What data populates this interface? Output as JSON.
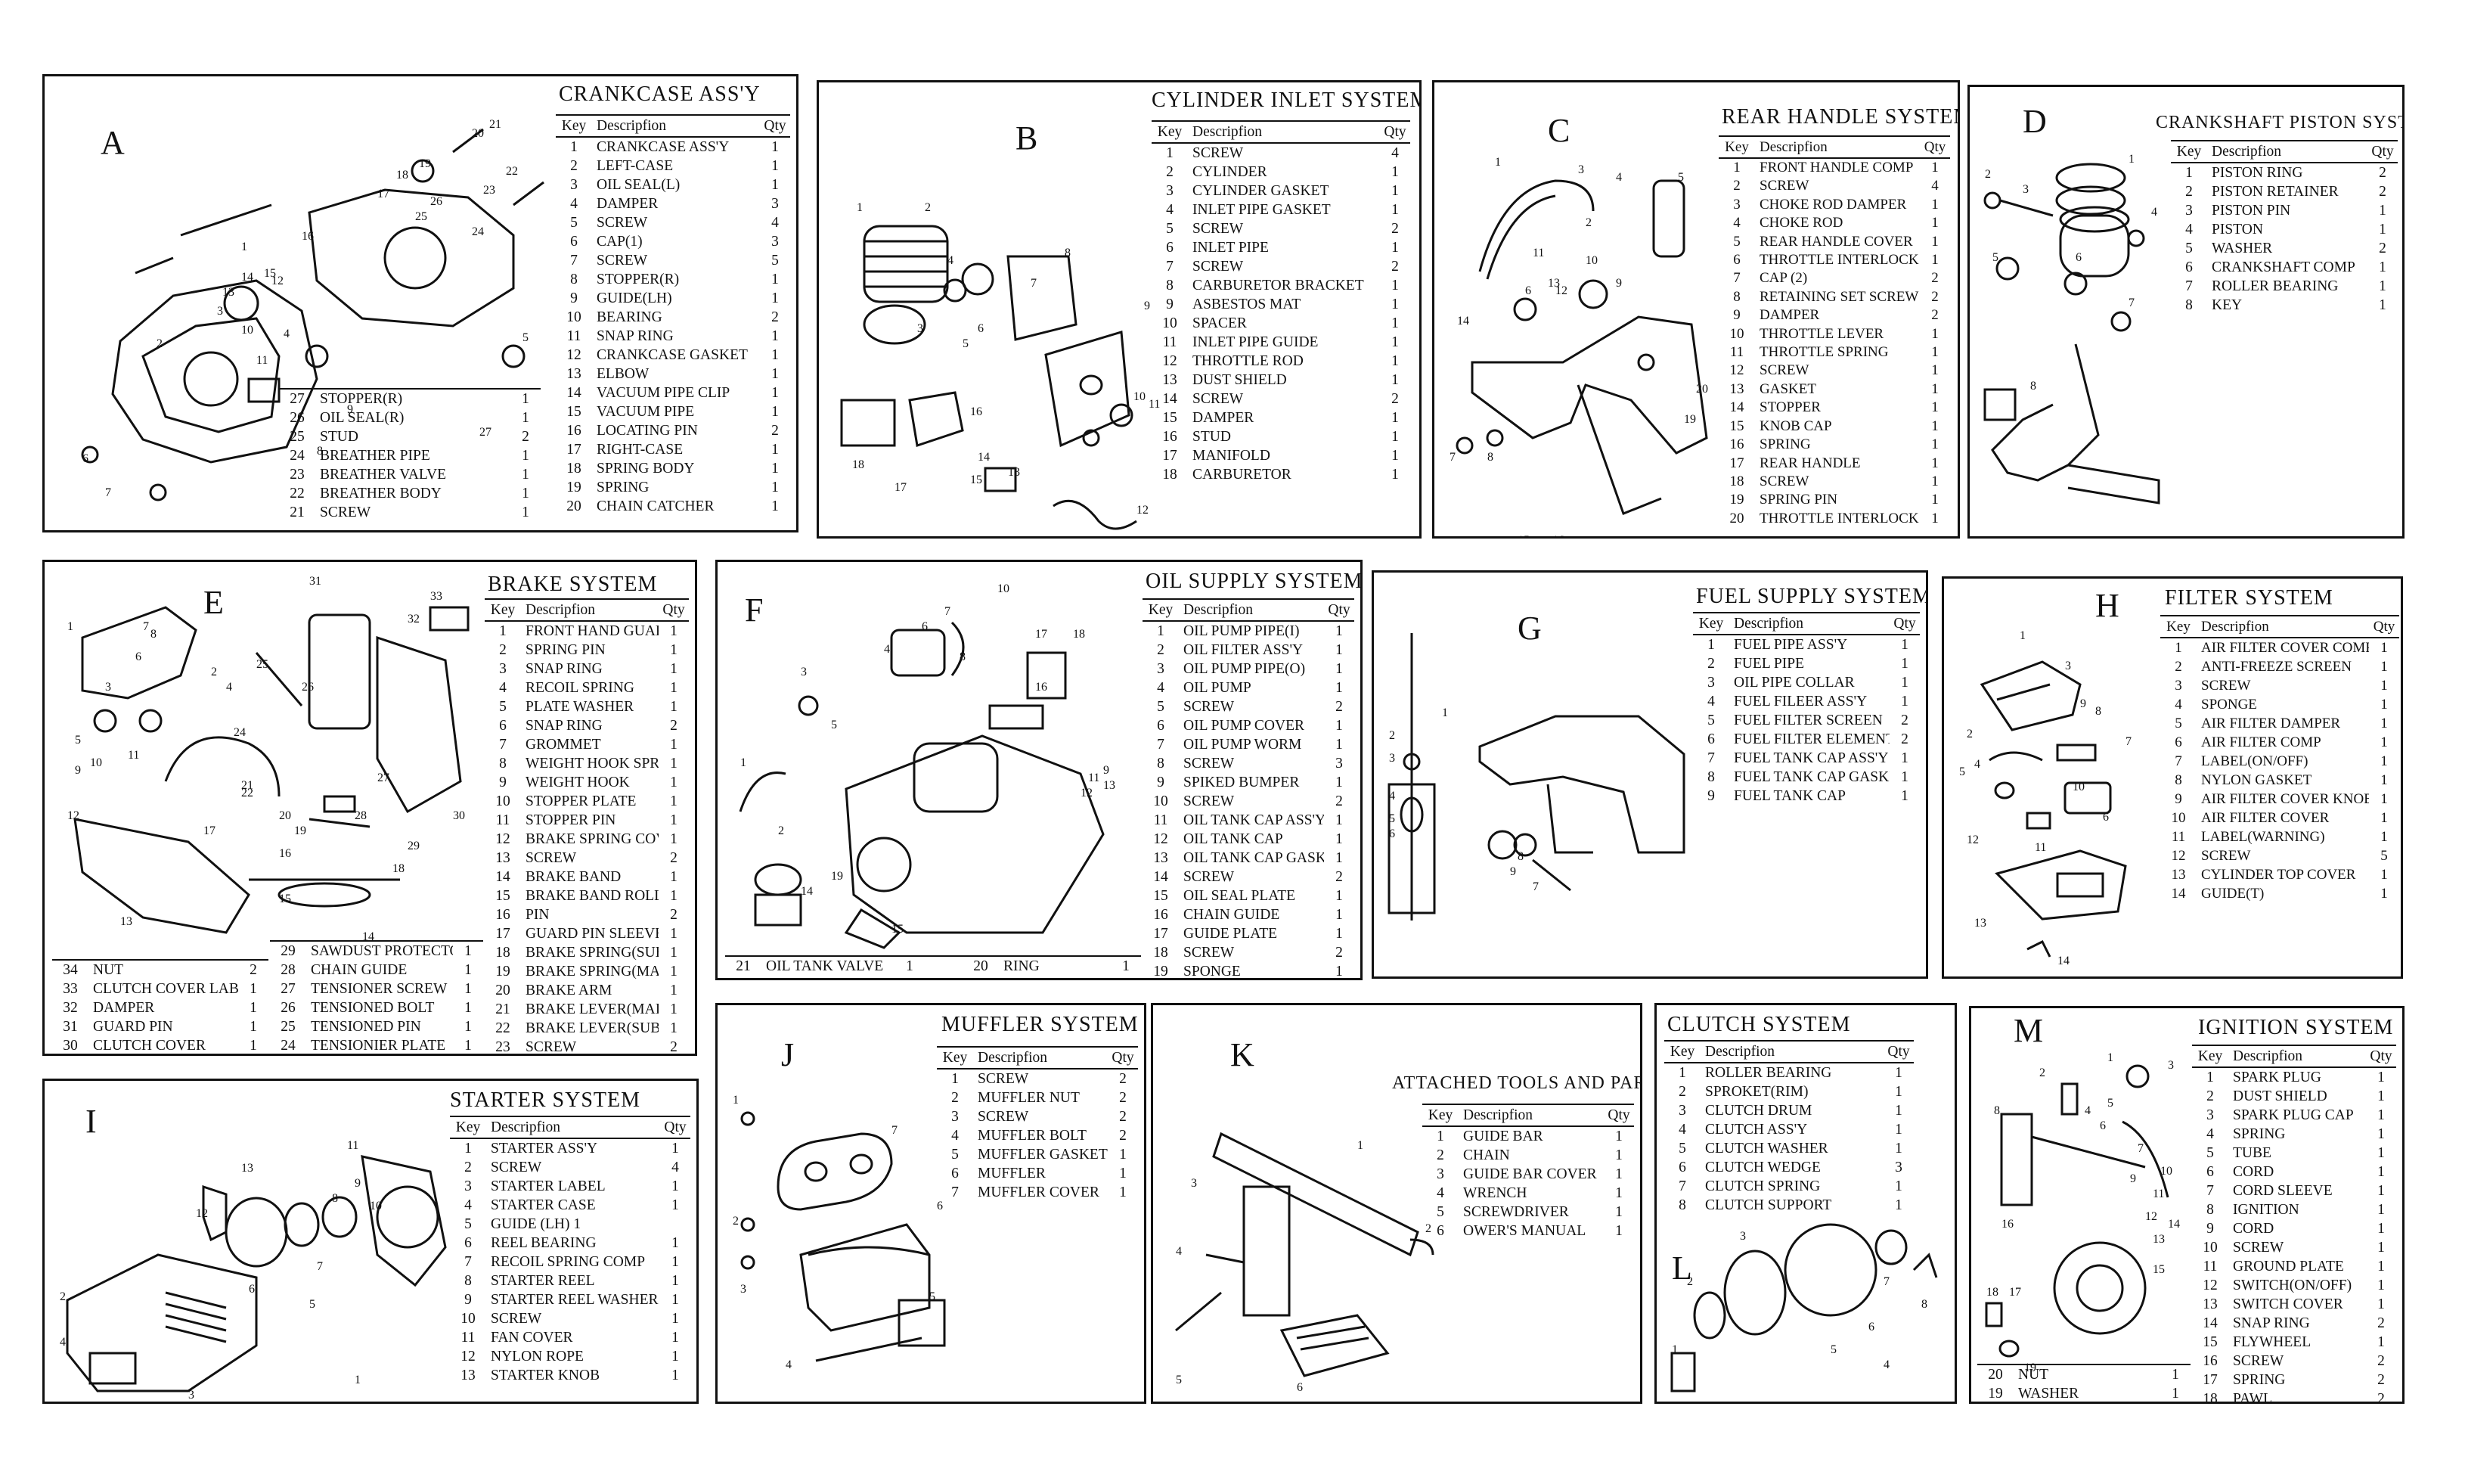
{
  "sections": {
    "A": {
      "letter": "A",
      "title": "CRANKCASE  ASS'Y",
      "headers": {
        "key": "Key",
        "desc": "Descripfion",
        "qty": "Qty"
      },
      "rows": [
        [
          "1",
          "CRANKCASE ASS'Y",
          "1"
        ],
        [
          "2",
          "LEFT-CASE",
          "1"
        ],
        [
          "3",
          "OIL SEAL(L)",
          "1"
        ],
        [
          "4",
          "DAMPER",
          "3"
        ],
        [
          "5",
          "SCREW",
          "4"
        ],
        [
          "6",
          "CAP(1)",
          "3"
        ],
        [
          "7",
          "SCREW",
          "5"
        ],
        [
          "8",
          "STOPPER(R)",
          "1"
        ],
        [
          "9",
          "GUIDE(LH)",
          "1"
        ],
        [
          "10",
          "BEARING",
          "2"
        ],
        [
          "11",
          "SNAP RING",
          "1"
        ],
        [
          "12",
          "CRANKCASE GASKET",
          "1"
        ],
        [
          "13",
          "ELBOW",
          "1"
        ],
        [
          "14",
          "VACUUM PIPE CLIP",
          "1"
        ],
        [
          "15",
          "VACUUM PIPE",
          "1"
        ],
        [
          "16",
          "LOCATING PIN",
          "2"
        ],
        [
          "17",
          "RIGHT-CASE",
          "1"
        ],
        [
          "18",
          "SPRING BODY",
          "1"
        ],
        [
          "19",
          "SPRING",
          "1"
        ],
        [
          "20",
          "CHAIN CATCHER",
          "1"
        ]
      ],
      "extra_rows": [
        [
          "27",
          "STOPPER(R)",
          "1"
        ],
        [
          "26",
          "OIL SEAL(R)",
          "1"
        ],
        [
          "25",
          "STUD",
          "2"
        ],
        [
          "24",
          "BREATHER PIPE",
          "1"
        ],
        [
          "23",
          "BREATHER VALVE",
          "1"
        ],
        [
          "22",
          "BREATHER BODY",
          "1"
        ],
        [
          "21",
          "SCREW",
          "1"
        ]
      ]
    },
    "B": {
      "letter": "B",
      "title": "CYLINDER INLET SYSTEM",
      "headers": {
        "key": "Key",
        "desc": "Descripfion",
        "qty": "Qty"
      },
      "rows": [
        [
          "1",
          "SCREW",
          "4"
        ],
        [
          "2",
          "CYLINDER",
          "1"
        ],
        [
          "3",
          "CYLINDER GASKET",
          "1"
        ],
        [
          "4",
          "INLET PIPE GASKET",
          "1"
        ],
        [
          "5",
          "SCREW",
          "2"
        ],
        [
          "6",
          "INLET PIPE",
          "1"
        ],
        [
          "7",
          "SCREW",
          "2"
        ],
        [
          "8",
          "CARBURETOR BRACKET",
          "1"
        ],
        [
          "9",
          "ASBESTOS MAT",
          "1"
        ],
        [
          "10",
          "SPACER",
          "1"
        ],
        [
          "11",
          "INLET PIPE GUIDE",
          "1"
        ],
        [
          "12",
          "THROTTLE  ROD",
          "1"
        ],
        [
          "13",
          "DUST SHIELD",
          "1"
        ],
        [
          "14",
          "SCREW",
          "2"
        ],
        [
          "15",
          "DAMPER",
          "1"
        ],
        [
          "16",
          "STUD",
          "1"
        ],
        [
          "17",
          "MANIFOLD",
          "1"
        ],
        [
          "18",
          "CARBURETOR",
          "1"
        ]
      ]
    },
    "C": {
      "letter": "C",
      "title": "REAR HANDLE SYSTEM",
      "headers": {
        "key": "Key",
        "desc": "Descripfion",
        "qty": "Qty"
      },
      "rows": [
        [
          "1",
          "FRONT HANDLE COMP",
          "1"
        ],
        [
          "2",
          "SCREW",
          "4"
        ],
        [
          "3",
          "CHOKE ROD DAMPER",
          "1"
        ],
        [
          "4",
          "CHOKE ROD",
          "1"
        ],
        [
          "5",
          "REAR HANDLE COVER",
          "1"
        ],
        [
          "6",
          "THROTTLE INTERLOCK ARM",
          "1"
        ],
        [
          "7",
          "CAP (2)",
          "2"
        ],
        [
          "8",
          "RETAINING SET SCREW",
          "2"
        ],
        [
          "9",
          "DAMPER",
          "2"
        ],
        [
          "10",
          "THROTTLE LEVER",
          "1"
        ],
        [
          "11",
          "THROTTLE SPRING",
          "1"
        ],
        [
          "12",
          "SCREW",
          "1"
        ],
        [
          "13",
          "GASKET",
          "1"
        ],
        [
          "14",
          "STOPPER",
          "1"
        ],
        [
          "15",
          "KNOB CAP",
          "1"
        ],
        [
          "16",
          "SPRING",
          "1"
        ],
        [
          "17",
          "REAR HANDLE",
          "1"
        ],
        [
          "18",
          "SCREW",
          "1"
        ],
        [
          "19",
          "SPRING PIN",
          "1"
        ],
        [
          "20",
          "THROTTLE INTERLOCK SHAFT",
          "1"
        ]
      ]
    },
    "D": {
      "letter": "D",
      "title": "CRANKSHAFT PISTON SYSTEM",
      "headers": {
        "key": "Key",
        "desc": "Descripfion",
        "qty": "Qty"
      },
      "rows": [
        [
          "1",
          "PISTON RING",
          "2"
        ],
        [
          "2",
          "PISTON RETAINER",
          "2"
        ],
        [
          "3",
          "PISTON PIN",
          "1"
        ],
        [
          "4",
          "PISTON",
          "1"
        ],
        [
          "5",
          "WASHER",
          "2"
        ],
        [
          "6",
          "CRANKSHAFT COMP",
          "1"
        ],
        [
          "7",
          "ROLLER BEARING",
          "1"
        ],
        [
          "8",
          "KEY",
          "1"
        ]
      ]
    },
    "E": {
      "letter": "E",
      "title": "BRAKE SYSTEM",
      "headers": {
        "key": "Key",
        "desc": "Descripfion",
        "qty": "Qty"
      },
      "rows": [
        [
          "1",
          "FRONT HAND GUARD",
          "1"
        ],
        [
          "2",
          "SPRING PIN",
          "1"
        ],
        [
          "3",
          "SNAP RING",
          "1"
        ],
        [
          "4",
          "RECOIL SPRING",
          "1"
        ],
        [
          "5",
          "PLATE WASHER",
          "1"
        ],
        [
          "6",
          "SNAP RING",
          "2"
        ],
        [
          "7",
          "GROMMET",
          "1"
        ],
        [
          "8",
          "WEIGHT HOOK SPRING",
          "1"
        ],
        [
          "9",
          "WEIGHT HOOK",
          "1"
        ],
        [
          "10",
          "STOPPER PLATE",
          "1"
        ],
        [
          "11",
          "STOPPER PIN",
          "1"
        ],
        [
          "12",
          "BRAKE SPRING COVER",
          "1"
        ],
        [
          "13",
          "SCREW",
          "2"
        ],
        [
          "14",
          "BRAKE BAND",
          "1"
        ],
        [
          "15",
          "BRAKE BAND ROLLER",
          "1"
        ],
        [
          "16",
          "PIN",
          "2"
        ],
        [
          "17",
          "GUARD PIN SLEEVE",
          "1"
        ],
        [
          "18",
          "BRAKE SPRING(SUB)",
          "1"
        ],
        [
          "19",
          "BRAKE SPRING(MAIN)",
          "1"
        ],
        [
          "20",
          "BRAKE ARM",
          "1"
        ],
        [
          "21",
          "BRAKE LEVER(MAIN)",
          "1"
        ],
        [
          "22",
          "BRAKE LEVER(SUB)",
          "1"
        ],
        [
          "23",
          "SCREW",
          "2"
        ]
      ],
      "extra_mid": [
        [
          "29",
          "SAWDUST PROTECTOR",
          "1"
        ],
        [
          "28",
          "CHAIN GUIDE",
          "1"
        ],
        [
          "27",
          "TENSIONER SCREW",
          "1"
        ],
        [
          "26",
          "TENSIONED BOLT",
          "1"
        ],
        [
          "25",
          "TENSIONED PIN",
          "1"
        ],
        [
          "24",
          "TENSIONIER PLATE",
          "1"
        ]
      ],
      "extra_left": [
        [
          "34",
          "NUT",
          "2"
        ],
        [
          "33",
          "CLUTCH COVER LABEL",
          "1"
        ],
        [
          "32",
          "DAMPER",
          "1"
        ],
        [
          "31",
          "GUARD PIN",
          "1"
        ],
        [
          "30",
          "CLUTCH COVER",
          "1"
        ]
      ]
    },
    "F": {
      "letter": "F",
      "title": "OIL SUPPLY SYSTEM",
      "headers": {
        "key": "Key",
        "desc": "Descripfion",
        "qty": "Qty"
      },
      "rows": [
        [
          "1",
          "OIL PUMP PIPE(I)",
          "1"
        ],
        [
          "2",
          "OIL FILTER ASS'Y",
          "1"
        ],
        [
          "3",
          "OIL PUMP PIPE(O)",
          "1"
        ],
        [
          "4",
          "OIL PUMP",
          "1"
        ],
        [
          "5",
          "SCREW",
          "2"
        ],
        [
          "6",
          "OIL PUMP COVER",
          "1"
        ],
        [
          "7",
          "OIL PUMP WORM",
          "1"
        ],
        [
          "8",
          "SCREW",
          "3"
        ],
        [
          "9",
          "SPIKED BUMPER",
          "1"
        ],
        [
          "10",
          "SCREW",
          "2"
        ],
        [
          "11",
          "OIL TANK CAP ASS'Y",
          "1"
        ],
        [
          "12",
          "OIL TANK CAP",
          "1"
        ],
        [
          "13",
          "OIL TANK CAP GASKET",
          "1"
        ],
        [
          "14",
          "SCREW",
          "2"
        ],
        [
          "15",
          "OIL SEAL PLATE",
          "1"
        ],
        [
          "16",
          "CHAIN GUIDE",
          "1"
        ],
        [
          "17",
          "GUIDE PLATE",
          "1"
        ],
        [
          "18",
          "SCREW",
          "2"
        ],
        [
          "19",
          "SPONGE",
          "1"
        ]
      ],
      "bottom": [
        [
          "21",
          "OIL TANK VALVE",
          "1"
        ],
        [
          "20",
          "RING",
          "1"
        ]
      ]
    },
    "G": {
      "letter": "G",
      "title": "FUEL SUPPLY SYSTEM",
      "headers": {
        "key": "Key",
        "desc": "Descripfion",
        "qty": "Qty"
      },
      "rows": [
        [
          "1",
          "FUEL PIPE ASS'Y",
          "1"
        ],
        [
          "2",
          "FUEL PIPE",
          "1"
        ],
        [
          "3",
          "OIL PIPE COLLAR",
          "1"
        ],
        [
          "4",
          "FUEL FILEER ASS'Y",
          "1"
        ],
        [
          "5",
          "FUEL FILTER SCREEN",
          "2"
        ],
        [
          "6",
          "FUEL FILTER ELEMENT",
          "2"
        ],
        [
          "7",
          "FUEL TANK CAP ASS'Y",
          "1"
        ],
        [
          "8",
          "FUEL TANK CAP GASKET",
          "1"
        ],
        [
          "9",
          "FUEL TANK CAP",
          "1"
        ]
      ]
    },
    "H": {
      "letter": "H",
      "title": "FILTER SYSTEM",
      "headers": {
        "key": "Key",
        "desc": "Descripfion",
        "qty": "Qty"
      },
      "rows": [
        [
          "1",
          "AIR FILTER COVER COMP",
          "1"
        ],
        [
          "2",
          "ANTI-FREEZE SCREEN",
          "1"
        ],
        [
          "3",
          "SCREW",
          "1"
        ],
        [
          "4",
          "SPONGE",
          "1"
        ],
        [
          "5",
          "AIR FILTER DAMPER",
          "1"
        ],
        [
          "6",
          "AIR FILTER COMP",
          "1"
        ],
        [
          "7",
          "LABEL(ON/OFF)",
          "1"
        ],
        [
          "8",
          "NYLON GASKET",
          "1"
        ],
        [
          "9",
          "AIR FILTER COVER KNOB",
          "1"
        ],
        [
          "10",
          "AIR FILTER COVER",
          "1"
        ],
        [
          "11",
          "LABEL(WARNING)",
          "1"
        ],
        [
          "12",
          "SCREW",
          "5"
        ],
        [
          "13",
          "CYLINDER TOP COVER",
          "1"
        ],
        [
          "14",
          "GUIDE(T)",
          "1"
        ]
      ]
    },
    "I": {
      "letter": "I",
      "title": "STARTER SYSTEM",
      "headers": {
        "key": "Key",
        "desc": "Descripfion",
        "qty": "Qty"
      },
      "rows": [
        [
          "1",
          "STARTER ASS'Y",
          "1"
        ],
        [
          "2",
          "SCREW",
          "4"
        ],
        [
          "3",
          "STARTER LABEL",
          "1"
        ],
        [
          "4",
          "STARTER CASE",
          "1"
        ],
        [
          "5",
          "GUIDE (LH) 1",
          ""
        ],
        [
          "6",
          "REEL BEARING",
          "1"
        ],
        [
          "7",
          "RECOIL SPRING COMP",
          "1"
        ],
        [
          "8",
          "STARTER REEL",
          "1"
        ],
        [
          "9",
          "STARTER REEL WASHER",
          "1"
        ],
        [
          "10",
          "SCREW",
          "1"
        ],
        [
          "11",
          "FAN COVER",
          "1"
        ],
        [
          "12",
          "NYLON ROPE",
          "1"
        ],
        [
          "13",
          "STARTER KNOB",
          "1"
        ]
      ]
    },
    "J": {
      "letter": "J",
      "title": "MUFFLER SYSTEM",
      "headers": {
        "key": "Key",
        "desc": "Descripfion",
        "qty": "Qty"
      },
      "rows": [
        [
          "1",
          "SCREW",
          "2"
        ],
        [
          "2",
          "MUFFLER NUT",
          "2"
        ],
        [
          "3",
          "SCREW",
          "2"
        ],
        [
          "4",
          "MUFFLER BOLT",
          "2"
        ],
        [
          "5",
          "MUFFLER GASKET",
          "1"
        ],
        [
          "6",
          "MUFFLER",
          "1"
        ],
        [
          "7",
          "MUFFLER COVER",
          "1"
        ]
      ]
    },
    "K": {
      "letter": "K",
      "title": "ATTACHED TOOLS AND PARTS",
      "headers": {
        "key": "Key",
        "desc": "Descripfion",
        "qty": "Qty"
      },
      "rows": [
        [
          "1",
          "GUIDE BAR",
          "1"
        ],
        [
          "2",
          "CHAIN",
          "1"
        ],
        [
          "3",
          "GUIDE BAR COVER",
          "1"
        ],
        [
          "4",
          "WRENCH",
          "1"
        ],
        [
          "5",
          "SCREWDRIVER",
          "1"
        ],
        [
          "6",
          "OWER'S MANUAL",
          "1"
        ]
      ]
    },
    "L": {
      "letter": "L",
      "title": "CLUTCH SYSTEM",
      "headers": {
        "key": "Key",
        "desc": "Descripfion",
        "qty": "Qty"
      },
      "rows": [
        [
          "1",
          "ROLLER BEARING",
          "1"
        ],
        [
          "2",
          "SPROKET(RIM)",
          "1"
        ],
        [
          "3",
          "CLUTCH DRUM",
          "1"
        ],
        [
          "4",
          "CLUTCH ASS'Y",
          "1"
        ],
        [
          "5",
          "CLUTCH WASHER",
          "1"
        ],
        [
          "6",
          "CLUTCH WEDGE",
          "3"
        ],
        [
          "7",
          "CLUTCH SPRING",
          "1"
        ],
        [
          "8",
          "CLUTCH SUPPORT",
          "1"
        ]
      ]
    },
    "M": {
      "letter": "M",
      "title": "IGNITION SYSTEM",
      "headers": {
        "key": "Key",
        "desc": "Descripfion",
        "qty": "Qty"
      },
      "rows": [
        [
          "1",
          "SPARK PLUG",
          "1"
        ],
        [
          "2",
          "DUST SHIELD",
          "1"
        ],
        [
          "3",
          "SPARK PLUG CAP",
          "1"
        ],
        [
          "4",
          "SPRING",
          "1"
        ],
        [
          "5",
          "TUBE",
          "1"
        ],
        [
          "6",
          "CORD",
          "1"
        ],
        [
          "7",
          "CORD SLEEVE",
          "1"
        ],
        [
          "8",
          "IGNITION",
          "1"
        ],
        [
          "9",
          "CORD",
          "1"
        ],
        [
          "10",
          "SCREW",
          "1"
        ],
        [
          "11",
          "GROUND PLATE",
          "1"
        ],
        [
          "12",
          "SWITCH(ON/OFF)",
          "1"
        ],
        [
          "13",
          "SWITCH COVER",
          "1"
        ],
        [
          "14",
          "SNAP RING",
          "2"
        ],
        [
          "15",
          "FLYWHEEL",
          "1"
        ],
        [
          "16",
          "SCREW",
          "2"
        ],
        [
          "17",
          "SPRING",
          "2"
        ],
        [
          "18",
          "PAWL",
          "2"
        ]
      ],
      "extra_rows": [
        [
          "20",
          "NUT",
          "1"
        ],
        [
          "19",
          "WASHER",
          "1"
        ]
      ]
    }
  }
}
